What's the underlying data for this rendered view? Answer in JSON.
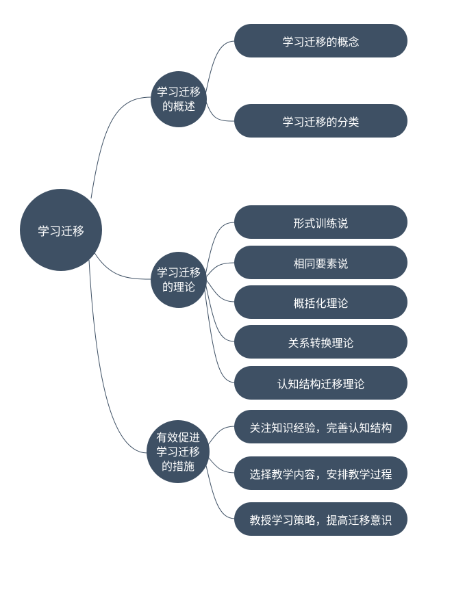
{
  "mindmap": {
    "root": {
      "label": "学习迁移"
    },
    "branches": [
      {
        "label": "学习迁移\n的概述",
        "leaves": [
          "学习迁移的概念",
          "学习迁移的分类"
        ]
      },
      {
        "label": "学习迁移\n的理论",
        "leaves": [
          "形式训练说",
          "相同要素说",
          "概括化理论",
          "关系转换理论",
          "认知结构迁移理论"
        ]
      },
      {
        "label": "有效促进\n学习迁移\n的措施",
        "leaves": [
          "关注知识经验，完善认知结构",
          "选择教学内容，安排教学过程",
          "教授学习策略，提高迁移意识"
        ]
      }
    ]
  },
  "colors": {
    "node_fill": "#3e5064",
    "node_text": "#ffffff",
    "connector": "#3e5064"
  }
}
